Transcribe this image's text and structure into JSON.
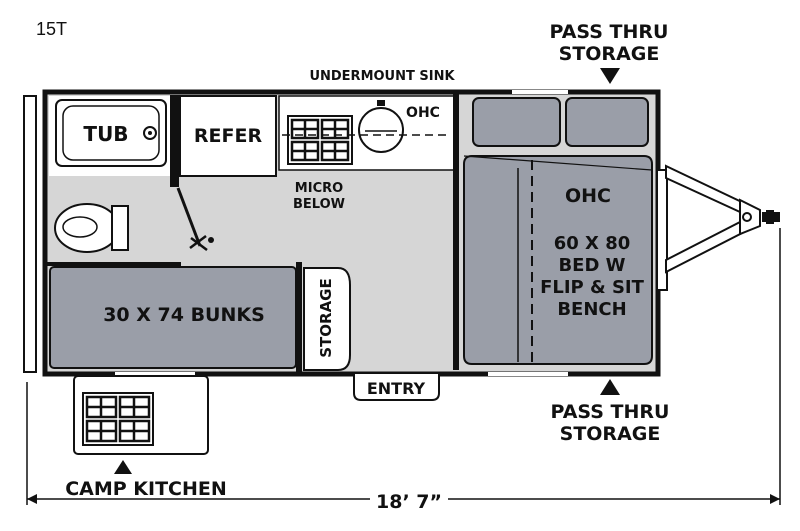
{
  "model": "15T",
  "labels": {
    "undermount_sink": "UNDERMOUNT SINK",
    "ohc_kitchen": "OHC",
    "tub": "TUB",
    "refer": "REFER",
    "micro_line1": "MICRO",
    "micro_line2": "BELOW",
    "bunks": "30 X 74 BUNKS",
    "storage": "STORAGE",
    "entry": "ENTRY",
    "ohc_bed": "OHC",
    "bed_line1": "60 X 80",
    "bed_line2": "BED W",
    "bed_line3": "FLIP & SIT",
    "bed_line4": "BENCH",
    "pass_top_line1": "PASS THRU",
    "pass_top_line2": "STORAGE",
    "pass_bottom_line1": "PASS THRU",
    "pass_bottom_line2": "STORAGE",
    "camp_kitchen": "CAMP KITCHEN",
    "length": "18’ 7”"
  },
  "colors": {
    "floor": "#d6d6d6",
    "furniture": "#9a9ea8",
    "furniture_dark": "#8d919b",
    "wall": "#111111",
    "background": "#ffffff"
  }
}
